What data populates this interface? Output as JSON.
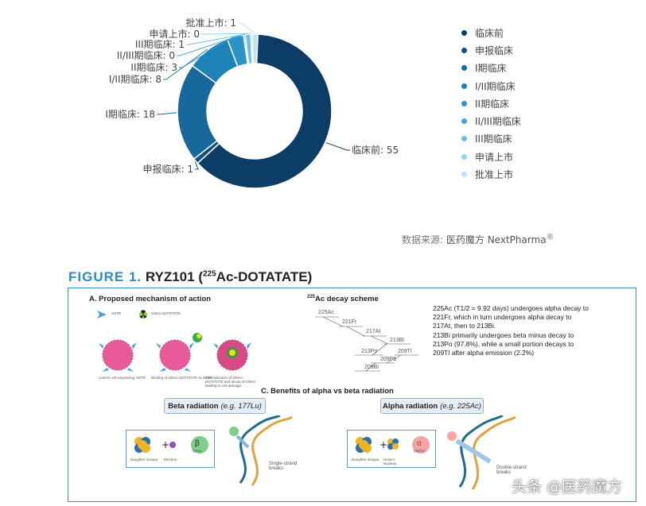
{
  "chart_data": {
    "type": "pie",
    "categories": [
      "临床前",
      "申报临床",
      "I期临床",
      "I/II期临床",
      "II期临床",
      "II/III期临床",
      "III期临床",
      "申请上市",
      "批准上市"
    ],
    "values": [
      55,
      1,
      18,
      8,
      3,
      0,
      1,
      0,
      1
    ],
    "data_labels": [
      "临床前: 55",
      "申报临床: 1",
      "I期临床: 18",
      "I/II期临床: 8",
      "II期临床: 3",
      "II/III期临床: 0",
      "III期临床: 1",
      "申请上市: 0",
      "批准上市: 1"
    ],
    "colors": [
      "#0b3d66",
      "#135080",
      "#17689c",
      "#1d82b6",
      "#2b94c4",
      "#45a8d4",
      "#6cbfe2",
      "#95d2ec",
      "#bde3f4"
    ],
    "donut": true,
    "legend_position": "right"
  },
  "source": {
    "label": "数据来源:",
    "brand": "医药魔方 NextPharma",
    "mark": "®"
  },
  "figure": {
    "label": "FIGURE 1.",
    "name_prefix": "RYZ101 (",
    "name_sup": "225",
    "name_suffix": "Ac-DOTATATE)",
    "panel_a": {
      "title": "A. Proposed mechanism of action",
      "legend_sstr": "SSTR",
      "legend_drug": "225Ac-DOTATATE",
      "captions": [
        "Cancer cell expressing SSTR",
        "Binding of 225Ac-DOTATATE to SSTR",
        "Internalization of 225Ac-DOTATATE and decay of 225Ac leading to cell damage"
      ]
    },
    "panel_b": {
      "title_sup": "225",
      "title": "Ac decay scheme",
      "paragraph1": "225Ac (T1/2 = 9.92 days) undergoes alpha decay to 221Fr, which in turn undergoes alpha decay to 217At, then to 213Bi.",
      "paragraph2": "213Bi primarily undergoes beta minus decay to 213Po (97.8%), while a small portion decays to 209Tl after alpha emission (2.2%)",
      "nuclides": [
        "225Ac",
        "221Fr",
        "217At",
        "213Bi",
        "213Po",
        "209Tl",
        "209Pb",
        "209Bi"
      ]
    },
    "panel_c": {
      "title": "C. Benefits of alpha vs beta radiation",
      "beta": {
        "title": "Beta radiation",
        "example": "(e.g. 177Lu)",
        "daughter": "Daughter isotope",
        "electron": "Electron",
        "symbol": "β",
        "symbol_caption": "(beta)",
        "breaks": "Single-strand breaks"
      },
      "alpha": {
        "title": "Alpha radiation",
        "example": "(e.g. 225Ac)",
        "daughter": "Daughter isotope",
        "helium": "Helium Nucleus",
        "symbol": "α",
        "symbol_caption": "(alpha)",
        "breaks": "Double-strand breaks"
      }
    }
  },
  "watermark": "头条 @医药魔方"
}
